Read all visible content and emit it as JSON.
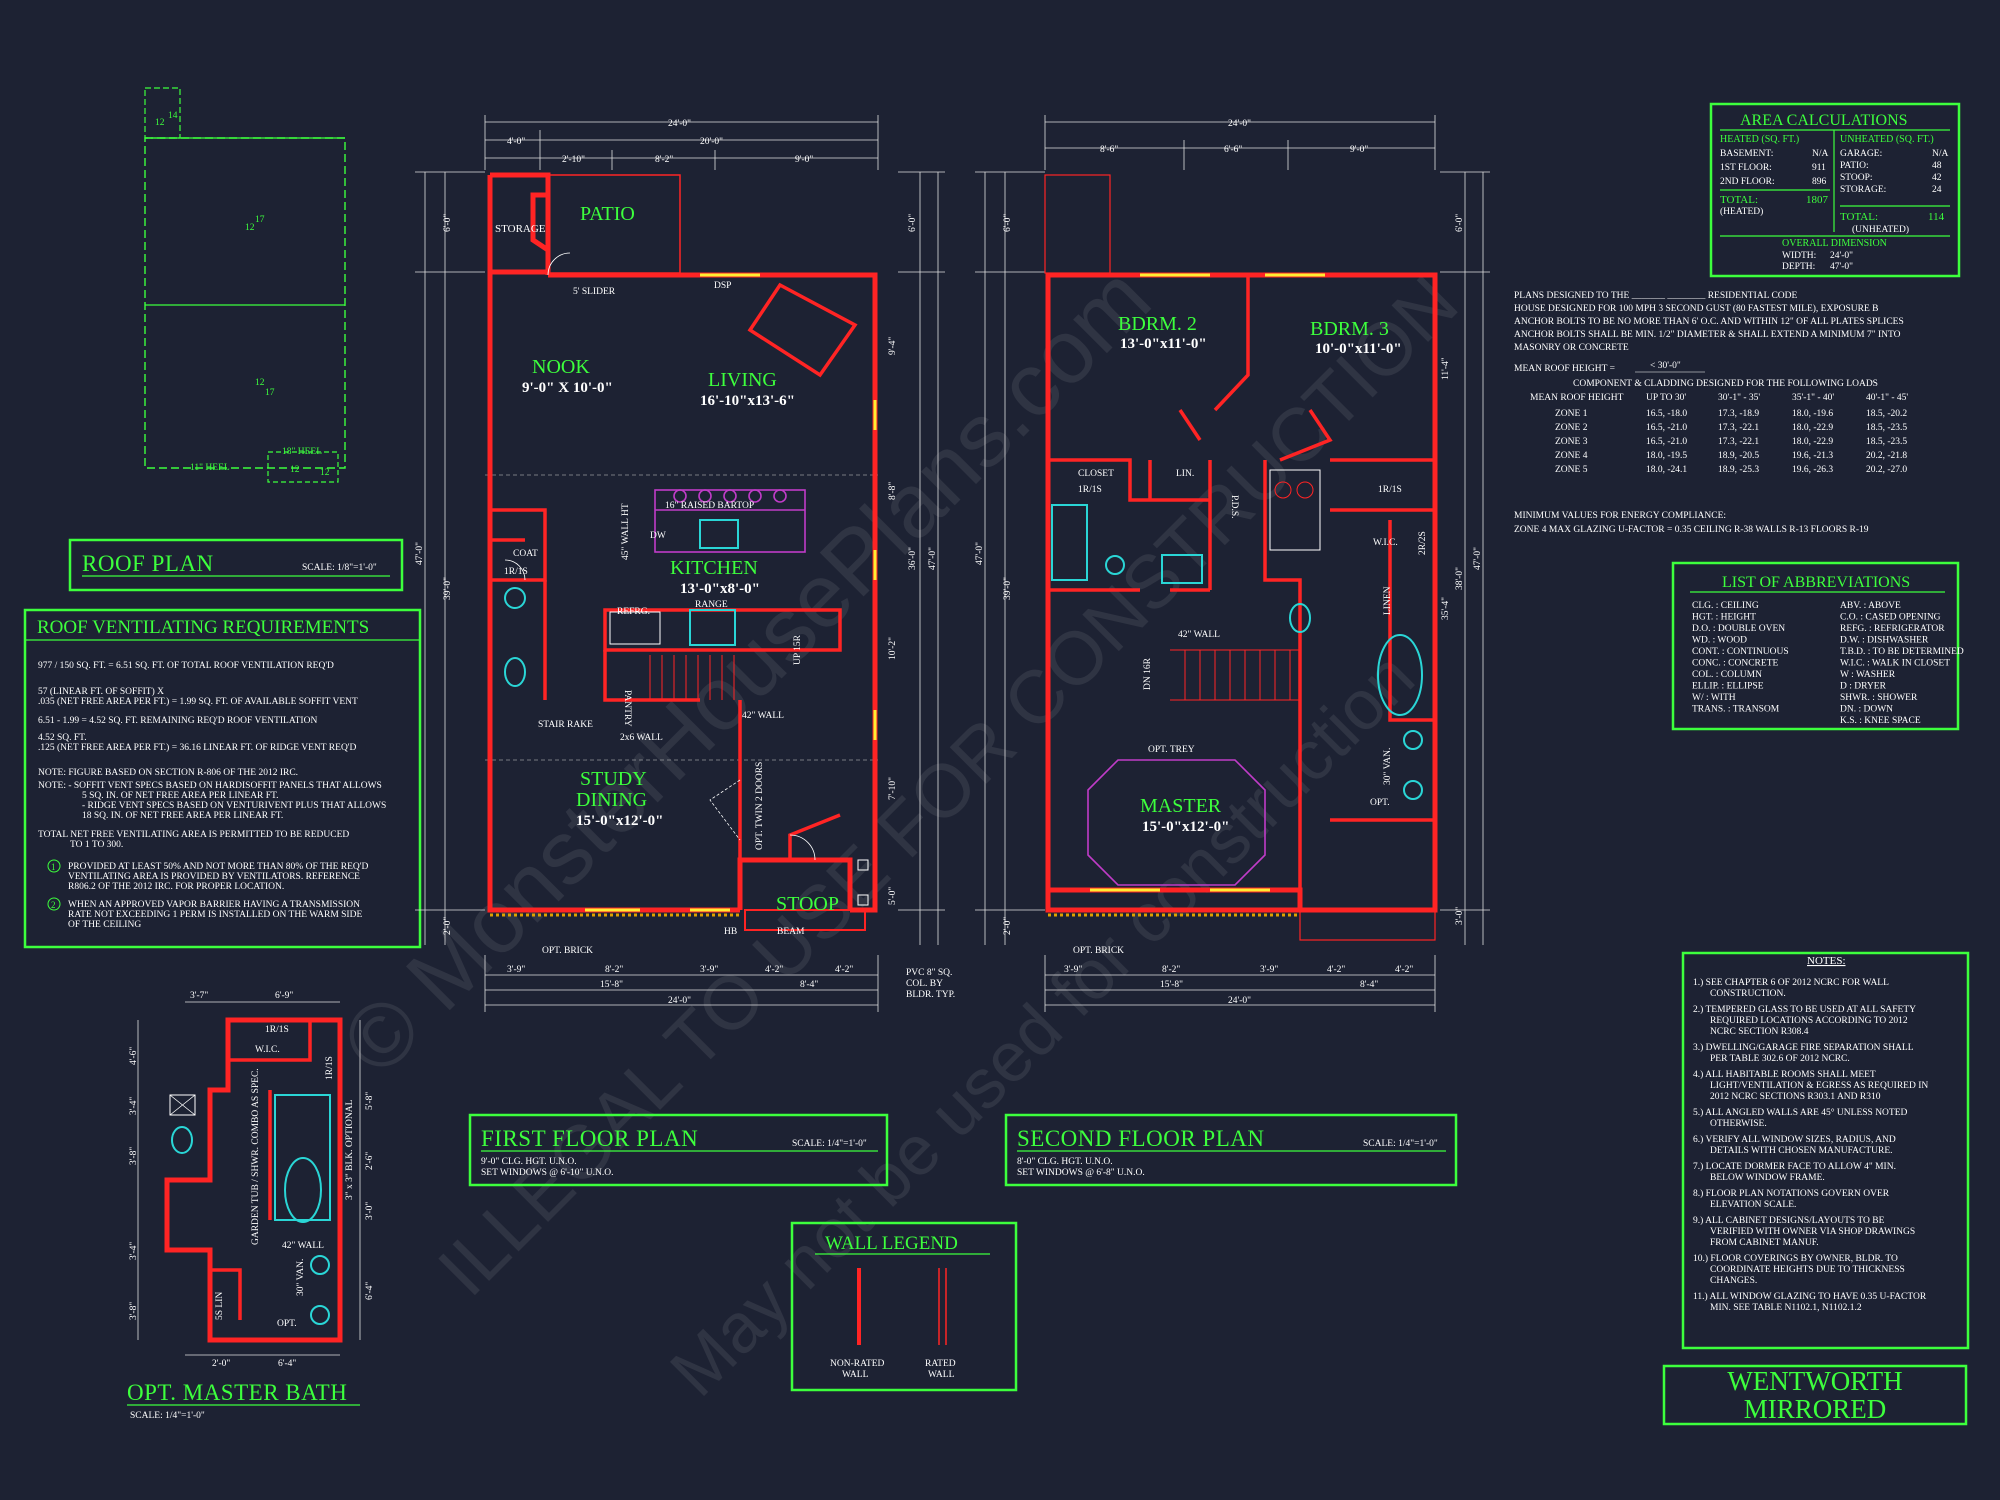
{
  "sheet_title": [
    "WENTWORTH",
    "MIRRORED"
  ],
  "watermark": [
    "© MonsterHousePlans.com",
    "ILLEGAL TO USE FOR CONSTRUCTION",
    "May not be used for construction"
  ],
  "roof_plan": {
    "title": "ROOF PLAN",
    "scale": "SCALE: 1/8\"=1'-0\"",
    "labels": [
      "12",
      "17",
      "12",
      "17",
      "18\" HEEL",
      "11\" HEEL",
      "12",
      "12",
      "12",
      "14"
    ]
  },
  "roof_vent": {
    "title": "ROOF VENTILATING REQUIREMENTS",
    "lines": [
      "977 / 150   SQ. FT.   =   6.51   SQ. FT. OF TOTAL ROOF VENTILATION REQ'D",
      "57     (LINEAR FT. OF SOFFIT) X",
      ".035 (NET FREE AREA PER FT.) =   1.99   SQ. FT. OF AVAILABLE SOFFIT VENT",
      "6.51   - 1.99   =   4.52   SQ. FT. REMAINING REQ'D ROOF VENTILATION",
      "4.52   SQ. FT.",
      ".125 (NET FREE AREA PER FT.)  =  36.16   LINEAR FT. OF RIDGE VENT REQ'D",
      "NOTE: FIGURE BASED ON SECTION R-806 OF THE 2012 IRC.",
      "NOTE:  - SOFFIT VENT SPECS BASED ON HARDISOFFIT PANELS THAT ALLOWS",
      "5 SQ. IN. OF NET FREE AREA PER LINEAR FT.",
      "- RIDGE VENT SPECS BASED ON VENTURIVENT PLUS THAT ALLOWS",
      "18 SQ. IN. OF NET FREE AREA PER LINEAR FT.",
      "TOTAL NET FREE VENTILATING AREA IS PERMITTED TO BE REDUCED",
      "TO 1 TO 300.",
      "PROVIDED AT LEAST 50% AND NOT MORE THAN 80% OF THE REQ'D",
      "VENTILATING AREA IS PROVIDED BY VENTILATORS.  REFERENCE",
      "R806.2  OF THE 2012 IRC. FOR PROPER LOCATION.",
      "WHEN AN APPROVED VAPOR BARRIER HAVING A TRANSMISSION",
      "RATE NOT EXCEEDING 1 PERM IS INSTALLED ON THE WARM SIDE",
      "OF THE CEILING"
    ],
    "markers": [
      "1",
      "2"
    ]
  },
  "first_floor": {
    "title": "FIRST FLOOR PLAN",
    "scale": "SCALE: 1/4\"=1'-0\"",
    "sub": [
      "9'-0\" CLG. HGT. U.N.O.",
      "SET WINDOWS @ 6'-10\" U.N.O."
    ],
    "rooms": [
      {
        "name": "PATIO",
        "dim": ""
      },
      {
        "name": "NOOK",
        "dim": "9'-0\" X 10'-0\""
      },
      {
        "name": "LIVING",
        "dim": "16'-10\"x13'-6\""
      },
      {
        "name": "KITCHEN",
        "dim": "13'-0\"x8'-0\""
      },
      {
        "name": "STUDY",
        "dim": ""
      },
      {
        "name": "DINING",
        "dim": "15'-0\"x12'-0\""
      },
      {
        "name": "STOOP",
        "dim": ""
      }
    ],
    "notes": [
      "STORAGE",
      "5' SLIDER",
      "DSP",
      "16\" RAISED BARTOP",
      "DW",
      "RANGE",
      "REFRG.",
      "COAT",
      "1R/1S",
      "STAIR RAKE",
      "2x6 WALL",
      "42\" WALL",
      "OPT. BRICK",
      "PANTRY",
      "UP 15R",
      "OPT. TWIN 2 DOORS",
      "PVC 8\" SQ.",
      "COL. BY",
      "BLDR. TYP.",
      "45\" WALL HT",
      "OPT. BRICK",
      "HB",
      "BEAM"
    ],
    "dims_top": [
      "24'-0\"",
      "4'-0\"",
      "20'-0\"",
      "2'-10\"",
      "8'-2\"",
      "9'-0\""
    ],
    "dims_bottom": [
      "3'-9\"",
      "8'-2\"",
      "3'-9\"",
      "4'-2\"",
      "4'-2\"",
      "15'-8\"",
      "8'-4\"",
      "24'-0\""
    ],
    "dims_left": [
      "6'-0\"",
      "47'-0\"",
      "39'-0\"",
      "2'-0\""
    ],
    "dims_right": [
      "6'-0\"",
      "9'-4\"",
      "8'-8\"",
      "10'-2\"",
      "7'-10\"",
      "5'-0\"",
      "36'-0\"",
      "47'-0\""
    ]
  },
  "second_floor": {
    "title": "SECOND FLOOR PLAN",
    "scale": "SCALE: 1/4\"=1'-0\"",
    "sub": [
      "8'-0\" CLG. HGT. U.N.O.",
      "SET WINDOWS @ 6'-8\" U.N.O."
    ],
    "rooms": [
      {
        "name": "BDRM. 2",
        "dim": "13'-0\"x11'-0\""
      },
      {
        "name": "BDRM. 3",
        "dim": "10'-0\"x11'-0\""
      },
      {
        "name": "MASTER",
        "dim": "15'-0\"x12'-0\""
      }
    ],
    "notes": [
      "CLOSET",
      "1R/1S",
      "LIN.",
      "P.D.S.",
      "42\" WALL",
      "DN 16R",
      "OPT. TREY",
      "W.I.C.",
      "1R/1S",
      "LINEN",
      "OPT.",
      "30\" VAN.",
      "OPT. BRICK",
      "2R/2S"
    ],
    "dims_top": [
      "24'-0\"",
      "8'-6\"",
      "6'-6\"",
      "9'-0\""
    ],
    "dims_bottom": [
      "3'-9\"",
      "8'-2\"",
      "3'-9\"",
      "4'-2\"",
      "4'-2\"",
      "15'-8\"",
      "8'-4\"",
      "24'-0\""
    ],
    "dims_left": [
      "6'-0\"",
      "47'-0\"",
      "39'-0\"",
      "2'-0\""
    ],
    "dims_right": [
      "6'-0\"",
      "11'-4\"",
      "35'-4\"",
      "38'-0\"",
      "47'-0\"",
      "3'-0\""
    ]
  },
  "area": {
    "title": "AREA CALCULATIONS",
    "heated_hdr": "HEATED (SQ. FT.)",
    "unheated_hdr": "UNHEATED (SQ. FT.)",
    "heated": [
      [
        "BASEMENT:",
        "N/A"
      ],
      [
        "1ST FLOOR:",
        "911"
      ],
      [
        "2ND FLOOR:",
        "896"
      ]
    ],
    "unheated": [
      [
        "GARAGE:",
        "N/A"
      ],
      [
        "PATIO:",
        "48"
      ],
      [
        "STOOP:",
        "42"
      ],
      [
        "STORAGE:",
        "24"
      ]
    ],
    "total_heated": [
      "TOTAL:",
      "1807",
      "(HEATED)"
    ],
    "total_unheated": [
      "TOTAL:",
      "114",
      "(UNHEATED)"
    ],
    "overall_hdr": "OVERALL DIMENSION",
    "overall": [
      [
        "WIDTH:",
        "24'-0\""
      ],
      [
        "DEPTH:",
        "47'-0\""
      ]
    ]
  },
  "design": {
    "lines": [
      "PLANS DESIGNED TO THE _______ ________ RESIDENTIAL CODE",
      "HOUSE DESIGNED FOR 100 MPH 3 SECOND GUST (80 FASTEST MILE), EXPOSURE B",
      "ANCHOR BOLTS TO BE NO MORE THAN 6' O.C. AND WITHIN 12\" OF ALL PLATES SPLICES",
      "ANCHOR BOLTS SHALL BE MIN. 1/2\" DIAMETER & SHALL EXTEND A MINIMUM 7\" INTO",
      "MASONRY OR CONCRETE"
    ],
    "mean_roof": "MEAN ROOF HEIGHT =",
    "mean_roof_val": "< 30'-0\"",
    "cc_title": "COMPONENT & CLADDING DESIGNED FOR THE FOLLOWING LOADS",
    "table_head": [
      "MEAN ROOF HEIGHT",
      "UP TO 30'",
      "30'-1\" - 35'",
      "35'-1\" - 40'",
      "40'-1\" - 45'"
    ],
    "table_rows": [
      [
        "ZONE 1",
        "16.5, -18.0",
        "17.3, -18.9",
        "18.0, -19.6",
        "18.5, -20.2"
      ],
      [
        "ZONE 2",
        "16.5, -21.0",
        "17.3, -22.1",
        "18.0, -22.9",
        "18.5, -23.5"
      ],
      [
        "ZONE 3",
        "16.5, -21.0",
        "17.3, -22.1",
        "18.0, -22.9",
        "18.5, -23.5"
      ],
      [
        "ZONE 4",
        "18.0, -19.5",
        "18.9, -20.5",
        "19.6, -21.3",
        "20.2, -21.8"
      ],
      [
        "ZONE 5",
        "18.0, -24.1",
        "18.9, -25.3",
        "19.6, -26.3",
        "20.2, -27.0"
      ]
    ],
    "energy_title": "MINIMUM VALUES FOR ENERGY COMPLIANCE:",
    "energy": "ZONE 4   MAX GLAZING U-FACTOR = 0.35   CEILING R-38   WALLS R-13   FLOORS R-19"
  },
  "abbrev": {
    "title": "LIST OF ABBREVIATIONS",
    "left": [
      "CLG. : CEILING",
      "HGT. : HEIGHT",
      "D.O. : DOUBLE OVEN",
      "WD. : WOOD",
      "CONT. : CONTINUOUS",
      "CONC. : CONCRETE",
      "COL. : COLUMN",
      "ELLIP. : ELLIPSE",
      "W/ : WITH",
      "TRANS. : TRANSOM"
    ],
    "right": [
      "ABV. : ABOVE",
      "C.O. : CASED OPENING",
      "REFG. : REFRIGERATOR",
      "D.W. : DISHWASHER",
      "T.B.D. : TO BE DETERMINED",
      "W.I.C. : WALK IN CLOSET",
      "W : WASHER",
      "D : DRYER",
      "SHWR. : SHOWER",
      "DN. : DOWN",
      "K.S. : KNEE SPACE"
    ]
  },
  "notes": {
    "title": "NOTES:",
    "items": [
      [
        "1.) SEE CHAPTER 6 OF 2012 NCRC FOR WALL",
        "CONSTRUCTION."
      ],
      [
        "2.) TEMPERED GLASS TO BE USED AT ALL SAFETY",
        "REQUIRED LOCATIONS ACCORDING TO 2012",
        "NCRC SECTION R308.4"
      ],
      [
        "3.) DWELLING/GARAGE FIRE SEPARATION SHALL",
        "PER TABLE 302.6 OF 2012 NCRC."
      ],
      [
        "4.) ALL HABITABLE ROOMS SHALL MEET",
        "LIGHT/VENTILATION & EGRESS AS REQUIRED IN",
        "2012 NCRC SECTIONS R303.1 AND R310"
      ],
      [
        "5.) ALL ANGLED WALLS ARE 45° UNLESS NOTED",
        "OTHERWISE."
      ],
      [
        "6.) VERIFY ALL WINDOW SIZES, RADIUS, AND",
        "DETAILS WITH CHOSEN MANUFACTURE."
      ],
      [
        "7.) LOCATE DORMER FACE TO ALLOW 4\" MIN.",
        "BELOW WINDOW FRAME."
      ],
      [
        "8.) FLOOR PLAN NOTATIONS GOVERN OVER",
        "ELEVATION SCALE."
      ],
      [
        "9.) ALL CABINET DESIGNS/LAYOUTS TO BE",
        "VERIFIED WITH OWNER VIA SHOP DRAWINGS",
        "FROM CABINET MANUF."
      ],
      [
        "10.) FLOOR COVERINGS BY OWNER, BLDR. TO",
        "COORDINATE HEIGHTS DUE TO THICKNESS",
        "CHANGES."
      ],
      [
        "11.) ALL WINDOW GLAZING TO HAVE 0.35 U-FACTOR",
        "MIN.  SEE TABLE N1102.1, N1102.1.2"
      ]
    ]
  },
  "wall_legend": {
    "title": "WALL LEGEND",
    "non_rated": [
      "NON-RATED",
      "WALL"
    ],
    "rated": [
      "RATED",
      "WALL"
    ]
  },
  "master_bath": {
    "title": "OPT. MASTER BATH",
    "scale": "SCALE: 1/4\"=1'-0\"",
    "notes": [
      "1R/1S",
      "W.I.C.",
      "1R/1S",
      "GARDEN TUB / SHWR. COMBO AS SPEC.",
      "42\" WALL",
      "30\" VAN.",
      "OPT.",
      "5S LIN",
      "3\" x 3\" BLK. OPTIONAL"
    ],
    "dims": [
      "3'-7\"",
      "6'-9\"",
      "2'-0\"",
      "6'-4\"",
      "4'-6\"",
      "3'-4\"",
      "3'-8\"",
      "3'-4\"",
      "3'-8\"",
      "5'-8\"",
      "6'-4\"",
      "3'-0\"",
      "2'-6\""
    ]
  },
  "colors": {
    "background": "#1d2233",
    "frame": "#3dff3d",
    "wall": "#ff2424",
    "text": "#ffffff",
    "cabinet": "#c03cc8",
    "fixture": "#2ad6d6"
  }
}
